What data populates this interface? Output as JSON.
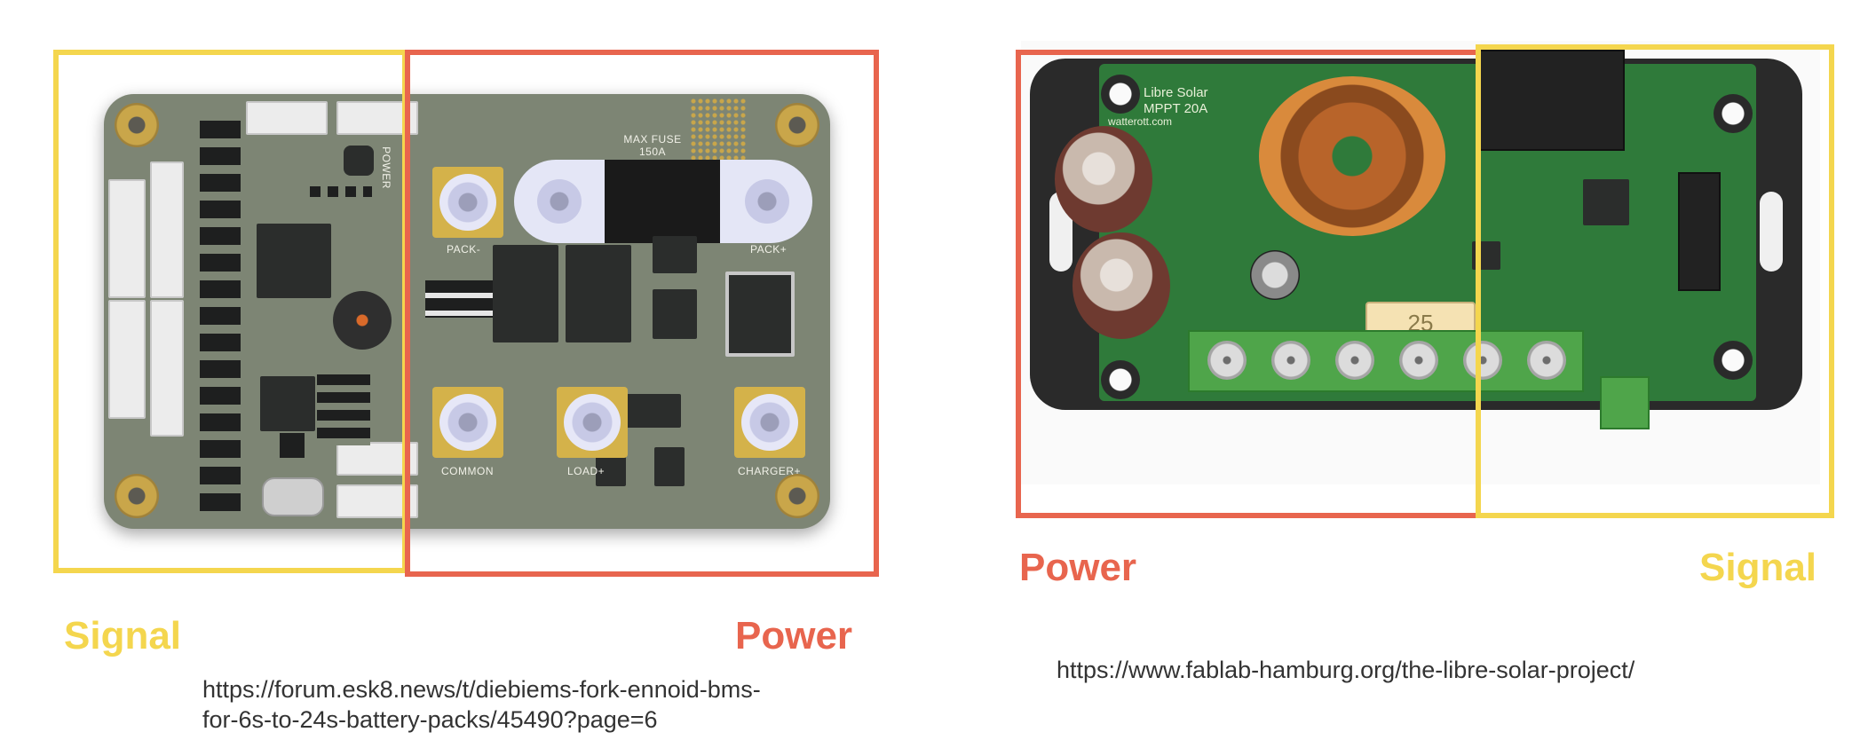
{
  "left_panel": {
    "labels": {
      "signal": "Signal",
      "power": "Power"
    },
    "silkscreen": {
      "pack_minus": "PACK-",
      "pack_plus": "PACK+",
      "common": "COMMON",
      "load_plus": "LOAD+",
      "charger_plus": "CHARGER+",
      "max_fuse_line1": "MAX FUSE",
      "max_fuse_line2": "150A",
      "power": "POWER"
    },
    "source_url_line1": "https://forum.esk8.news/t/diebiems-fork-ennoid-bms-",
    "source_url_line2": "for-6s-to-24s-battery-packs/45490?page=6"
  },
  "right_panel": {
    "labels": {
      "power": "Power",
      "signal": "Signal"
    },
    "board_text": {
      "brand_line1": "Libre Solar",
      "brand_line2": "MPPT 20A",
      "vendor": "watterott.com",
      "fuse_rating": "25"
    },
    "source_url": "https://www.fablab-hamburg.org/the-libre-solar-project/"
  },
  "colors": {
    "signal": "#f4d64e",
    "power": "#e8654e"
  }
}
